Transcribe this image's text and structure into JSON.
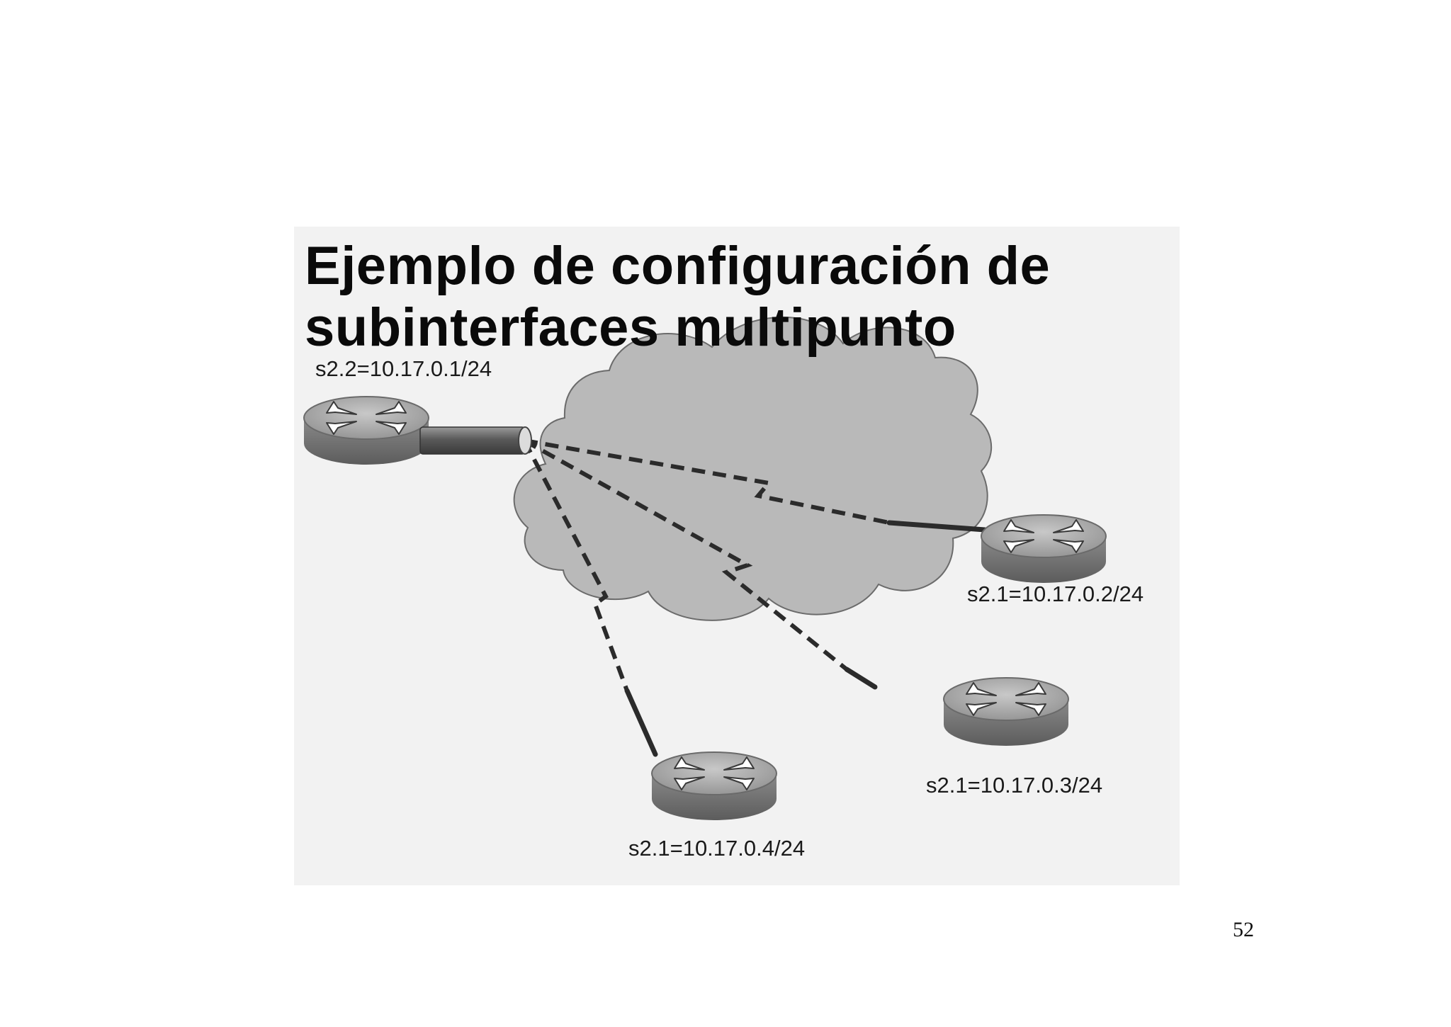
{
  "slide": {
    "title_line_1": "Ejemplo de configuración de",
    "title_line_2": "subinterfaces multipunto"
  },
  "routers": {
    "hub": {
      "label": "s2.2=10.17.0.1/24"
    },
    "spoke_2": {
      "label": "s2.1=10.17.0.2/24"
    },
    "spoke_3": {
      "label": "s2.1=10.17.0.3/24"
    },
    "spoke_4": {
      "label": "s2.1=10.17.0.4/24"
    }
  },
  "cloud": {
    "name": "frame-relay-cloud",
    "color": "#b9b9b9"
  },
  "links": [
    {
      "from": "hub",
      "to": "spoke_2",
      "style": "dashed-lightning"
    },
    {
      "from": "hub",
      "to": "spoke_3",
      "style": "dashed-lightning"
    },
    {
      "from": "hub",
      "to": "spoke_4",
      "style": "dashed-lightning"
    }
  ],
  "icons": {
    "router": "router-icon",
    "interface": "serial-interface-icon"
  },
  "page_number": "52"
}
